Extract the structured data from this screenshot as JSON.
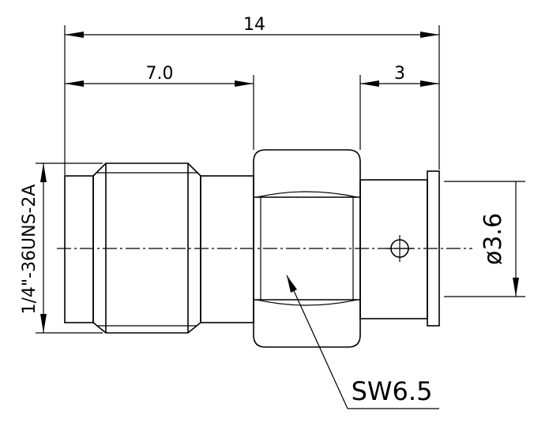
{
  "dimensions": {
    "overall_length": "14",
    "thread_length": "7.0",
    "tail_length": "3",
    "pin_diameter": "ø3.6",
    "thread_spec": "1/4\"-36UNS-2A",
    "wrench_size": "SW6.5"
  }
}
